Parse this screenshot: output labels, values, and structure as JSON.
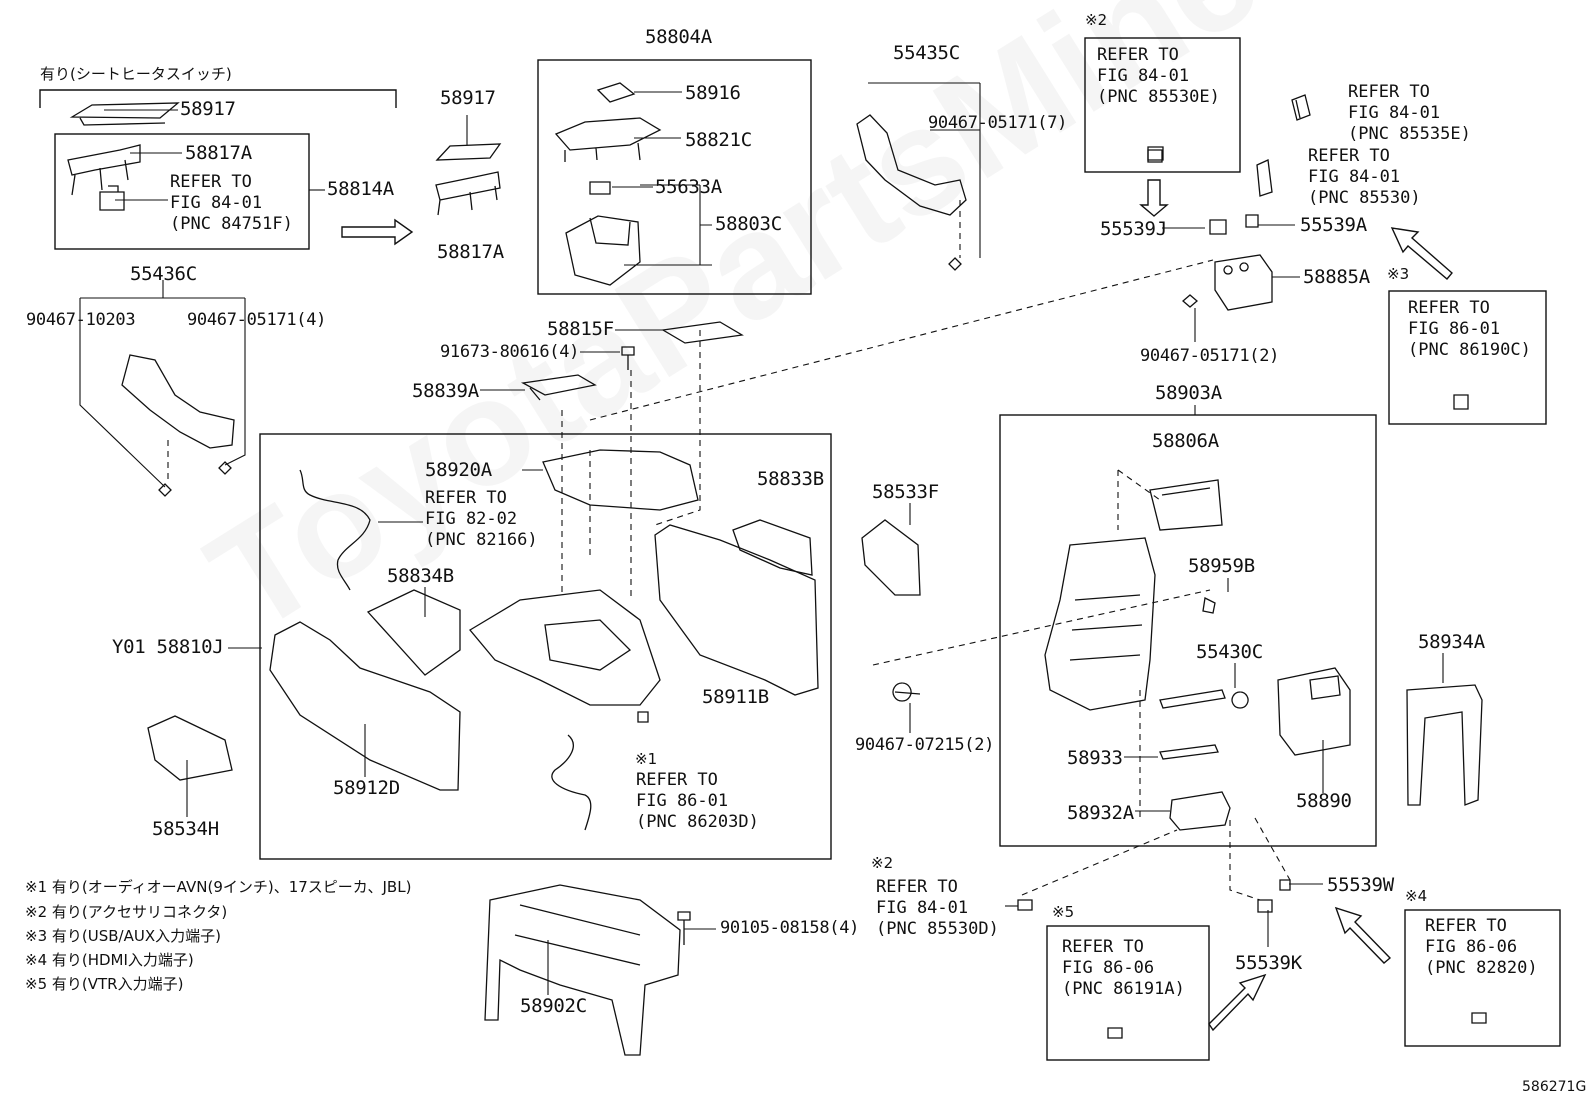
{
  "watermark": "ToyotaPartsMine",
  "figure_code": "586271G",
  "header_note": "有り(シートヒータスイッチ)",
  "parts": {
    "p58804A": "58804A",
    "p55435C": "55435C",
    "p58917a": "58917",
    "p58917b": "58917",
    "p58817Aa": "58817A",
    "p58817Ab": "58817A",
    "p58814A": "58814A",
    "p58916": "58916",
    "p58821C": "58821C",
    "p55633A": "55633A",
    "p58803C": "58803C",
    "p90467_05171_7": "90467-05171(7)",
    "p55539J": "55539J",
    "p55539A": "55539A",
    "p58885A": "58885A",
    "p90467_05171_2": "90467-05171(2)",
    "p55436C": "55436C",
    "p90467_10203": "90467-10203",
    "p90467_05171_4": "90467-05171(4)",
    "p58815F": "58815F",
    "p91673": "91673-80616(4)",
    "p58839A": "58839A",
    "p58903A": "58903A",
    "p58920A": "58920A",
    "p58833B": "58833B",
    "p58533F": "58533F",
    "p58806A": "58806A",
    "p58834B": "58834B",
    "p58959B": "58959B",
    "p58810J": "Y01 58810J",
    "p55430C": "55430C",
    "p58934A": "58934A",
    "p58911B": "58911B",
    "p90467_07215": "90467-07215(2)",
    "p58933": "58933",
    "p58890": "58890",
    "p58534H": "58534H",
    "p58912D": "58912D",
    "p58932A": "58932A",
    "p55539W": "55539W",
    "p90105": "90105-08158(4)",
    "p55539K": "55539K",
    "p58902C": "58902C"
  },
  "refs": {
    "r84751F": [
      "REFER TO",
      "FIG 84-01",
      "(PNC 84751F)"
    ],
    "r85530E": [
      "REFER TO",
      "FIG 84-01",
      "(PNC 85530E)"
    ],
    "r85535E": [
      "REFER TO",
      "FIG 84-01",
      "(PNC 85535E)"
    ],
    "r85530": [
      "REFER TO",
      "FIG 84-01",
      "(PNC 85530)"
    ],
    "r86190C": [
      "REFER TO",
      "FIG 86-01",
      "(PNC 86190C)"
    ],
    "r82166": [
      "REFER TO",
      "FIG 82-02",
      "(PNC 82166)"
    ],
    "r86203D": [
      "REFER TO",
      "FIG 86-01",
      "(PNC 86203D)"
    ],
    "r85530D": [
      "REFER TO",
      "FIG 84-01",
      "(PNC 85530D)"
    ],
    "r86191A": [
      "REFER TO",
      "FIG 86-06",
      "(PNC 86191A)"
    ],
    "r82820": [
      "REFER TO",
      "FIG 86-06",
      "(PNC 82820)"
    ]
  },
  "marks": {
    "m2a": "※2",
    "m3": "※3",
    "m1": "※1",
    "m2b": "※2",
    "m5": "※5",
    "m4": "※4"
  },
  "legend": [
    "※1 有り(オーディオーAVN(9インチ)、17スピーカ、JBL)",
    "※2 有り(アクセサリコネクタ)",
    "※3 有り(USB/AUX入力端子)",
    "※4 有り(HDMI入力端子)",
    "※5 有り(VTR入力端子)"
  ]
}
